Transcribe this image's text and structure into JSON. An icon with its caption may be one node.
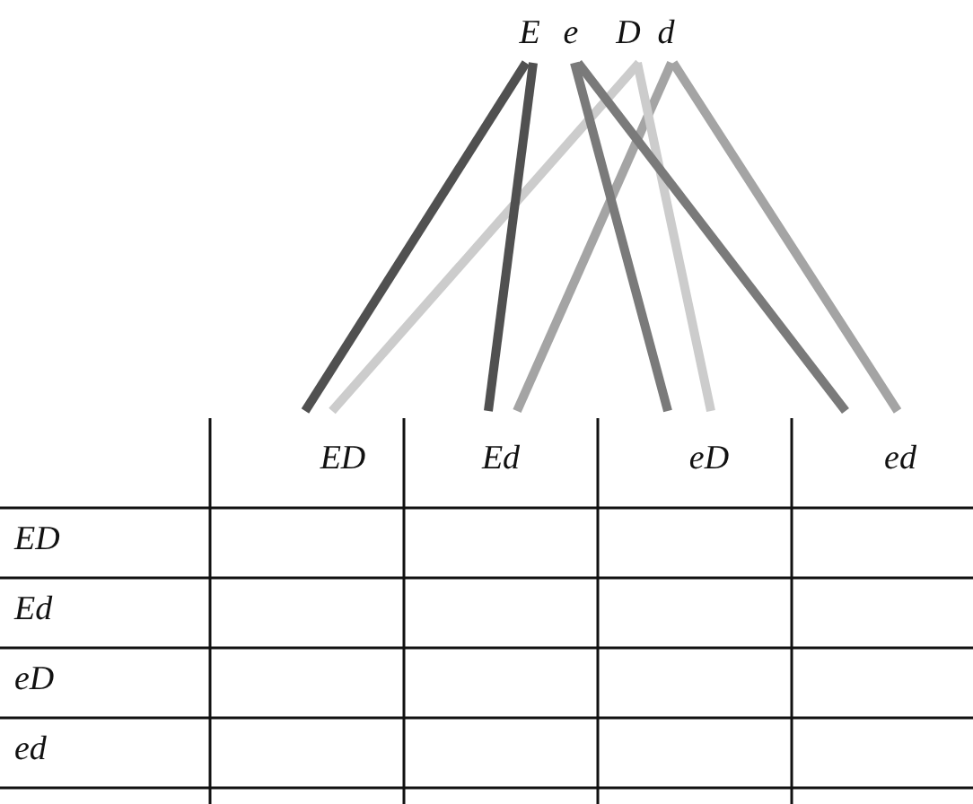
{
  "diagram": {
    "nodes": [
      {
        "text": [
          "E"
        ]
      },
      {
        "text": [
          "e"
        ]
      },
      {
        "text": [
          "D"
        ]
      },
      {
        "text": [
          "d"
        ]
      },
      {
        "text": [
          "ED"
        ]
      },
      {
        "text": [
          "Ed"
        ]
      },
      {
        "text": [
          "eD"
        ]
      },
      {
        "text": [
          "ed"
        ]
      }
    ],
    "edges": [
      {
        "from": 0,
        "to": 4,
        "arrow": "none",
        "color": "#505050"
      },
      {
        "from": 2,
        "to": 4,
        "arrow": "none",
        "color": "#cccccc"
      },
      {
        "from": 0,
        "to": 5,
        "arrow": "none",
        "color": "#505050"
      },
      {
        "from": 3,
        "to": 5,
        "arrow": "none",
        "color": "#a4a4a4"
      },
      {
        "from": 1,
        "to": 6,
        "arrow": "none",
        "color": "#7a7a7a"
      },
      {
        "from": 2,
        "to": 6,
        "arrow": "none",
        "color": "#cccccc"
      },
      {
        "from": 1,
        "to": 7,
        "arrow": "none",
        "color": "#7a7a7a"
      },
      {
        "from": 3,
        "to": 7,
        "arrow": "none",
        "color": "#a4a4a4"
      }
    ],
    "labels": [
      "ED",
      "Ed",
      "eD",
      "ed"
    ]
  }
}
